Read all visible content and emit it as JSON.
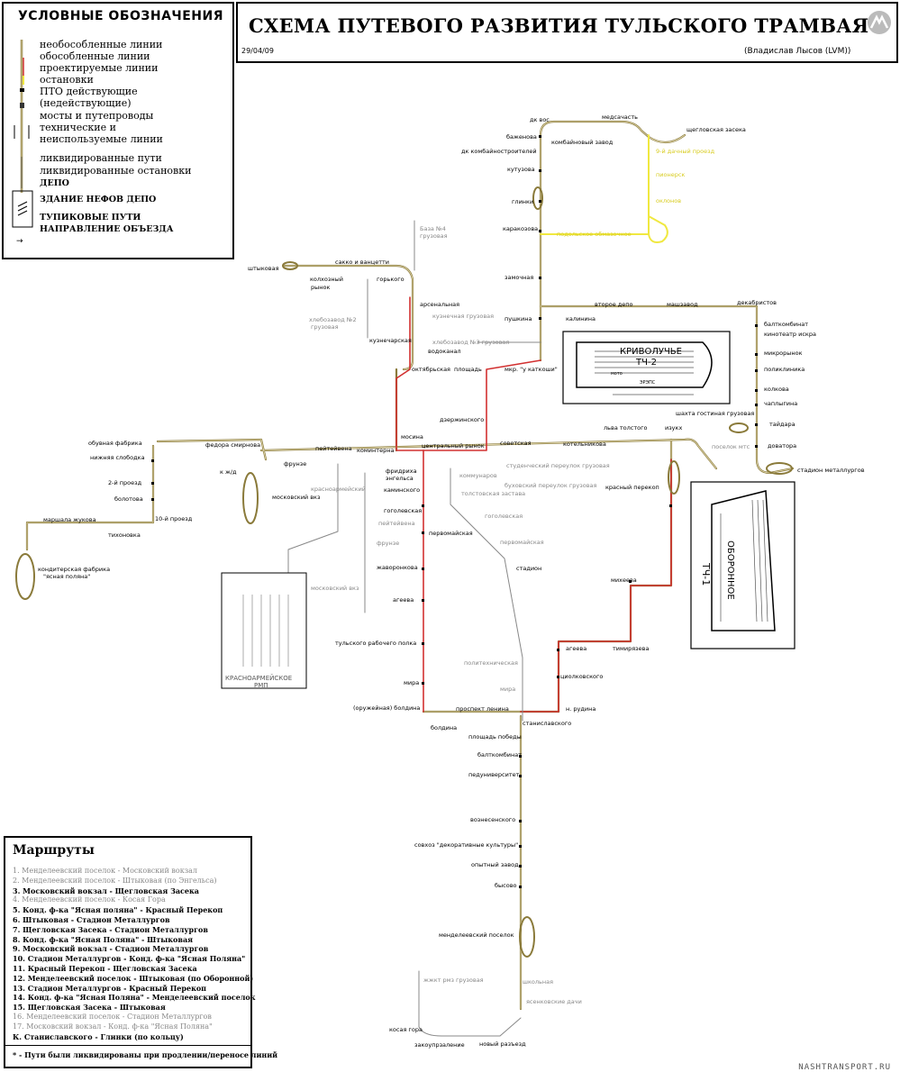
{
  "title": "СХЕМА ПУТЕВОГО РАЗВИТИЯ ТУЛЬСКОГО ТРАМВАЯ",
  "date": "29/04/09",
  "author": "(Владислав Лысов (LVM))",
  "watermark": "NASHTRANSPORT.RU",
  "legend": {
    "title": "УСЛОВНЫЕ ОБОЗНАЧЕНИЯ",
    "items": [
      "необособленные линии",
      "обособленные линии",
      "проектируемые линии",
      "остановки",
      "ПТО действующие",
      "(недействующие)",
      "мосты и путепроводы",
      "технические и",
      "неиспользуемые линии",
      "ликвидированные пути",
      "ликвидированные остановки",
      "ДЕПО",
      "ЗДАНИЕ НЕФОВ ДЕПО",
      "ТУПИКОВЫЕ ПУТИ",
      "НАПРАВЛЕНИЕ ОБЪЕЗДА"
    ]
  },
  "routes": {
    "title": "Маршруты",
    "items": [
      {
        "text": "1. Менделеевский поселок - Московский вокзал",
        "grey": true
      },
      {
        "text": "2. Менделеевский поселок - Штыковая (по Энгельса)",
        "grey": true
      },
      {
        "text": "3. Московский вокзал - Щегловская Засека",
        "grey": false
      },
      {
        "text": "4. Менделеевский поселок - Косая Гора",
        "grey": true
      },
      {
        "text": "5. Конд. ф-ка \"Ясная поляна\" - Красный Перекоп",
        "grey": false
      },
      {
        "text": "6. Штыковая - Стадион Металлургов",
        "grey": false
      },
      {
        "text": "7. Щегловская Засека - Стадион Металлургов",
        "grey": false
      },
      {
        "text": "8. Конд. ф-ка \"Ясная Поляна\" - Штыковая",
        "grey": false
      },
      {
        "text": "9. Московский вокзал - Стадион Металлургов",
        "grey": false
      },
      {
        "text": "10. Стадион Металлургов - Конд. ф-ка \"Ясная Поляна\"",
        "grey": false
      },
      {
        "text": "11. Красный Перекоп - Щегловская Засека",
        "grey": false
      },
      {
        "text": "12. Менделеевский поселок - Штыковая (по Оборонной)",
        "grey": false
      },
      {
        "text": "13. Стадион Металлургов - Красный Перекоп",
        "grey": false
      },
      {
        "text": "14. Конд. ф-ка \"Ясная Поляна\" - Менделеевский поселок",
        "grey": false
      },
      {
        "text": "15. Щегловская Засека - Штыковая",
        "grey": false
      },
      {
        "text": "16. Менделеевский поселок - Стадион Металлургов",
        "grey": true
      },
      {
        "text": "17. Московский вокзал - Конд. ф-ка \"Ясная Поляна\"",
        "grey": true
      },
      {
        "text": "К. Станиславского - Глинки (по кольцу)",
        "grey": false
      }
    ],
    "note": "* - Пути были ликвидированы при продлении/переносе линий"
  },
  "depots": {
    "tch2": [
      "КРИВОЛУЧЬЕ",
      "ТЧ-2"
    ],
    "tch1": [
      "ТЧ-1",
      "ОБОРОННОЕ"
    ],
    "rmp": [
      "КРАСНОАРМЕЙСКОЕ",
      "РМП"
    ],
    "tch2_sub": [
      "мото",
      "ЭРЭПС"
    ]
  },
  "stations": {
    "dk_vos": "дк вос",
    "nedsachast": "медсачасть",
    "scheglovskaya": "щегловская засека",
    "bazhenova": "баженова",
    "kombainovy": "комбайновый завод",
    "dk_kombain": "дк комбайностроителей",
    "kutuzova": "кутузова",
    "glinki": "глинки",
    "karakozova": "каракозова",
    "zamochnaya": "замочная",
    "shtykovaya": "штыковая",
    "sakko": "сакко и ванцетти",
    "kosaya_rynok": "колхозный",
    "rynok": "рынок",
    "gorkogo": "горького",
    "arsenalnaya": "арсенальная",
    "vodokanal": "водоканал",
    "oktyabrskaya": "октябрьская",
    "ploschad": "площадь",
    "kuznecov": "кузнечарская",
    "hlebozavod2": "хлебозавод №2",
    "gruzovaya": "грузовая",
    "baza4": "База №4",
    "hlebozavod3": "хлебозавод №3 грузовая",
    "kuznechnaya_gr": "кузнечная грузовая",
    "mir_u_kattoshi": "мкр. \"у каткоши\"",
    "pushkinskaya": "пушкина",
    "kalinina": "калинина",
    "vtoroe_depo": "второе депо",
    "mashzavod": "машзавод",
    "dekabristov": "декабристов",
    "baltkombinat": "балткомбинат",
    "kinoteatr": "кинотеатр искра",
    "mikrorynok": "микрорынок",
    "poliklinika": "поликлиника",
    "kolkova": "колкова",
    "chaplygina": "чаплыгина",
    "taidara": "тайдара",
    "dovatora": "доватора",
    "stadion_met": "стадион металлургов",
    "pochtovaya": "шахта гостиная грузовая",
    "poselok_mts": "поселок мтс",
    "izukh": "изукх",
    "lva_tolstogo": "льва толстого",
    "kotelnikova": "котельникова",
    "sovetskaya": "советская",
    "centralny_rynok": "центральный рынок",
    "dzerzhinskogo": "дзержинского",
    "kominterna": "коминтерна",
    "mosina": "мосина",
    "peitevena": "пейтейвена",
    "frunze": "фрунзе",
    "fedora_smirnova": "федора смирнова",
    "obuvnaya": "обувная фабрика",
    "nizhnyaya": "нижняя слободка",
    "proezd2": "2-й проезд",
    "bolotova": "болотова",
    "marshala": "маршала жукова",
    "proezd10": "10-й проезд",
    "tihonova": "тихоновка",
    "konditerskaya": "кондитерская фабрика",
    "yasnaya": "\"ясная поляна\"",
    "k_zhd": "к ж/д",
    "moskovsky_vokzal": "московский вкз",
    "krasnoarmeyskiy": "красноармейский",
    "frunze2": "фрунзе",
    "moskovsky_vkz2": "московский вкз",
    "fridrikha": "фридриха",
    "engelsa": "энгельса",
    "kaminskogo": "каминского",
    "gogolevskaya": "гоголевская",
    "peitenvena2": "пейтейвена",
    "zhavoronkova": "жаворонкова",
    "ageeva": "агеева",
    "tulskogo": "тульского рабочего полка",
    "mira": "мира",
    "oruzheynaya": "(оружейная) болдина",
    "boldina": "болдина",
    "prospekt_lenina": "проспект ленина",
    "kommunarov": "коммунаров",
    "tolstovskaya": "толстовская застава",
    "studenchesky": "студенческий переулок грузовая",
    "bukhovsky": "буховский переулок грузовая",
    "gogolevskaya2": "гоголевская",
    "pervomayskaya": "первомайская",
    "pervomayskaya2": "первомайская",
    "stadion": "стадион",
    "politehnicheskaya": "политехническая",
    "mira2": "мира",
    "stanislavskogo": "станиславского",
    "n_ruzhina": "н. рудина",
    "tsiolkovskogo": "циолковского",
    "ageeva2": "агеева",
    "timiryazeva": "тимирязева",
    "mikeeva": "михеева",
    "krasny_perekop": "красный перекоп",
    "ploschad_pobedy": "площадь победы",
    "baltkombinat2": "балткомбинат",
    "peduniversitet": "педуниверситет",
    "voznesenskogo": "вознесенского",
    "sovhoz": "совхоз \"декоративные культуры\"",
    "opytny": "опытный завод",
    "byvsovo": "бысово",
    "mendeleevsky": "менделеевский поселок",
    "zhskt": "жжкт рмз грузовая",
    "shkolnaya": "школьная",
    "yasnopolyanskaya": "ясенковские дачи",
    "kosaya_gora": "косая гора",
    "zakoruprav": "закоупрзаление",
    "novy_razezd": "новый разъезд",
    "projected_1": "9-й дачный проезд",
    "projected_2": "пионерск",
    "projected_3": "оклонов",
    "projected_4": "подольское обмазочное",
    "baza4_gr": "грузовая"
  }
}
